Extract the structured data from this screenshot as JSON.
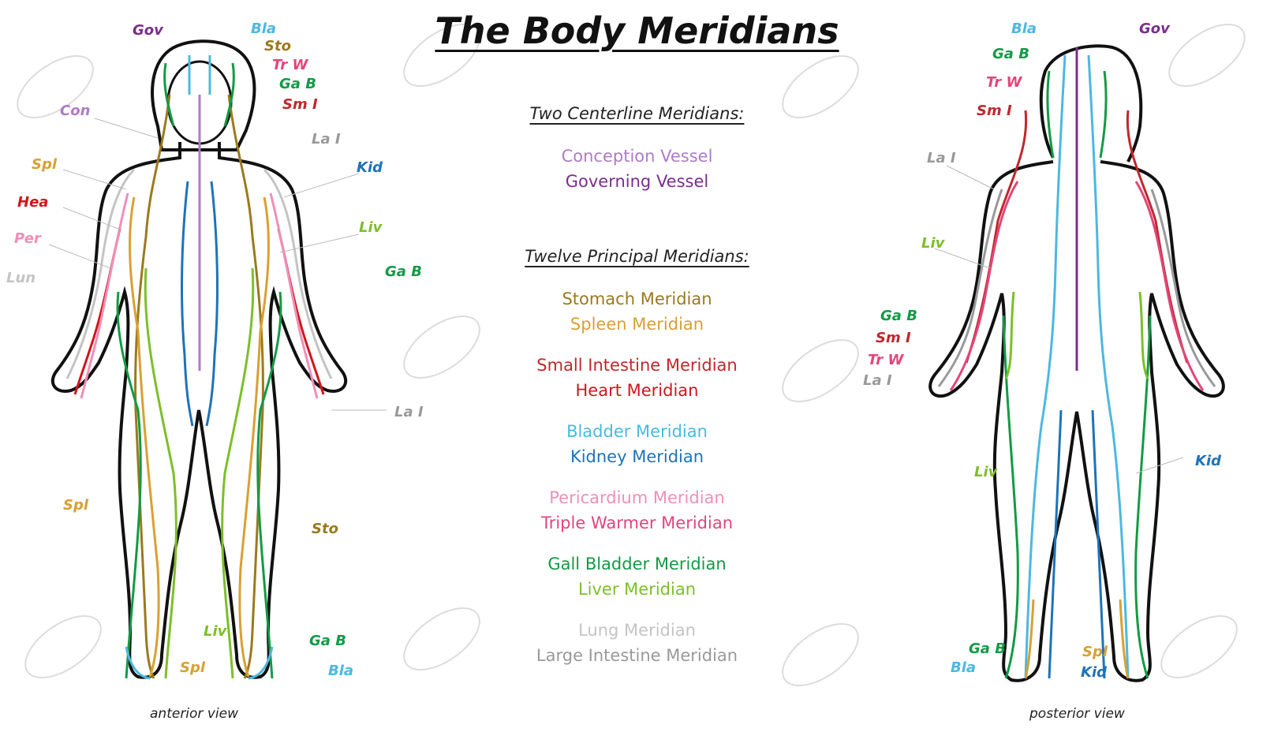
{
  "title": "The Body Meridians",
  "legend": {
    "centerline_heading": "Two Centerline Meridians:",
    "centerline": [
      {
        "label": "Conception Vessel",
        "color": "#b07ac8"
      },
      {
        "label": "Governing Vessel",
        "color": "#7b2d8e"
      }
    ],
    "principal_heading": "Twelve Principal Meridians:",
    "principal": [
      {
        "label": "Stomach Meridian",
        "color": "#9a7a1e"
      },
      {
        "label": "Spleen Meridian",
        "color": "#d9a033"
      },
      {
        "label": "Small Intestine Meridian",
        "color": "#c0282d"
      },
      {
        "label": "Heart Meridian",
        "color": "#d1151c"
      },
      {
        "label": "Bladder Meridian",
        "color": "#4cb8e0"
      },
      {
        "label": "Kidney Meridian",
        "color": "#1e73b8"
      },
      {
        "label": "Pericardium Meridian",
        "color": "#ef8fb8"
      },
      {
        "label": "Triple Warmer Meridian",
        "color": "#e3457a"
      },
      {
        "label": "Gall Bladder Meridian",
        "color": "#139a45"
      },
      {
        "label": "Liver Meridian",
        "color": "#7cbf2a"
      },
      {
        "label": "Lung Meridian",
        "color": "#c4c4c4"
      },
      {
        "label": "Large Intestine Meridian",
        "color": "#999999"
      }
    ]
  },
  "anterior": {
    "caption": "anterior view",
    "tags": [
      "Gov",
      "Bla",
      "Sto",
      "Tr W",
      "Ga B",
      "Sm I",
      "Con",
      "La I",
      "Spl",
      "Kid",
      "Hea",
      "Liv",
      "Per",
      "Ga B",
      "Lun",
      "La I",
      "Spl",
      "Sto",
      "Liv",
      "Ga B",
      "Spl",
      "Bla"
    ]
  },
  "posterior": {
    "caption": "posterior view",
    "tags": [
      "Bla",
      "Gov",
      "Ga B",
      "Tr W",
      "Sm I",
      "La I",
      "Liv",
      "Ga B",
      "Sm I",
      "Tr W",
      "La I",
      "Kid",
      "Liv",
      "Ga B",
      "Spl",
      "Bla",
      "Kid"
    ]
  }
}
